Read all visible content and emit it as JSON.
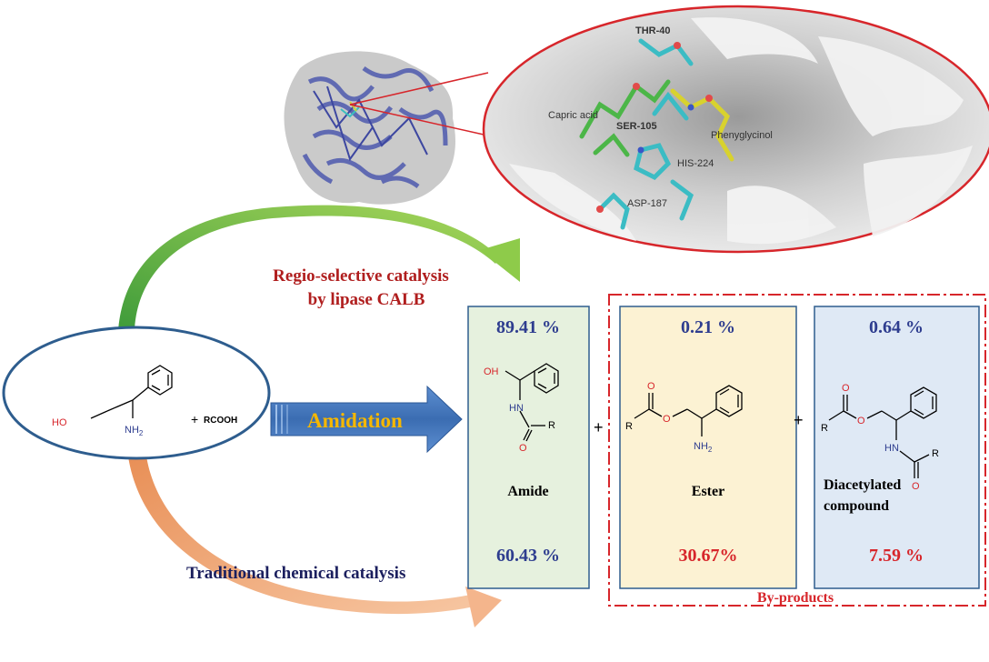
{
  "colors": {
    "dark_blue": "#2E3D8F",
    "red": "#D7262B",
    "dark_red": "#B01E1E",
    "navy": "#1B1F5E",
    "amide_fill": "#E6F1DE",
    "ester_fill": "#FCF2D3",
    "diacetyl_fill": "#DFE9F5",
    "box_border": "#2E5D8E",
    "green_arrow": "#7DC243",
    "orange_arrow": "#F1A878",
    "blue_arrow": "#4A7EC1",
    "amidation_text": "#F5B700"
  },
  "protein": {
    "labels": {
      "thr40": "THR-40",
      "capric_acid": "Capric acid",
      "ser105": "SER-105",
      "phenylglycinol": "Phenyglycinol",
      "his224": "HIS-224",
      "asp187": "ASP-187"
    }
  },
  "reaction": {
    "enzymatic_route": [
      "Regio-selective catalysis",
      "by lipase CALB"
    ],
    "chemical_route": "Traditional chemical catalysis",
    "amidation": "Amidation",
    "plus": "+",
    "reagent": "RCOOH"
  },
  "reactant": {
    "ho": "HO",
    "nh2": "NH",
    "nh2_sub": "2"
  },
  "products": {
    "amide": {
      "name": "Amide",
      "enzymatic_yield": "89.41 %",
      "chemical_yield": "60.43 %",
      "atoms": {
        "oh": "OH",
        "hn": "HN",
        "r": "R",
        "o": "O"
      }
    },
    "ester": {
      "name": "Ester",
      "enzymatic_yield": "0.21 %",
      "chemical_yield": "30.67%",
      "atoms": {
        "o_top": "O",
        "r": "R",
        "o_link": "O",
        "nh": "NH",
        "nh_sub": "2"
      }
    },
    "diacetylated": {
      "name_line1": "Diacetylated",
      "name_line2": "compound",
      "enzymatic_yield": "0.64 %",
      "chemical_yield": "7.59 %",
      "atoms": {
        "o_top": "O",
        "r": "R",
        "o_link": "O",
        "hn": "HN",
        "r2": "R",
        "o2": "O"
      }
    },
    "plus_1": "+",
    "plus_2": "+",
    "by_products": "By-products"
  }
}
